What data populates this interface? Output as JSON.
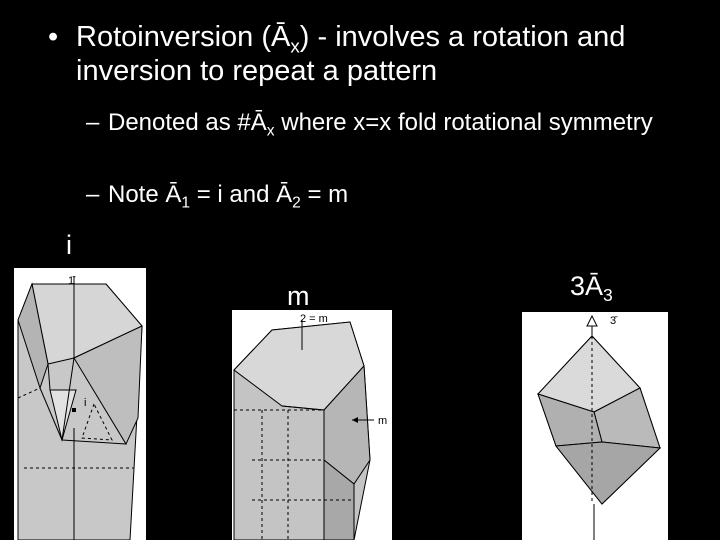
{
  "slide": {
    "bullet1": {
      "marker": "•",
      "text_a": "Rotoinversion (Ā",
      "text_sub": "x",
      "text_b": ") - involves a rotation and inversion to repeat a pattern"
    },
    "sub1": {
      "marker": "–",
      "text_a": "Denoted as #Ā",
      "text_sub": "x",
      "text_b": " where x=x fold rotational symmetry"
    },
    "sub2": {
      "marker": "–",
      "text_a": "Note Ā",
      "sub_a": "1",
      "text_b": " = i and Ā",
      "sub_b": "2",
      "text_c": " = m"
    }
  },
  "figures": {
    "i": {
      "label": "i",
      "axis_label": "1̄",
      "center_label": "i"
    },
    "m": {
      "label": "m",
      "axis_label": "2 = m",
      "plane_label": "m"
    },
    "three": {
      "label_a": "3Ā",
      "label_sub": "3",
      "axis_label": "3̄"
    }
  }
}
